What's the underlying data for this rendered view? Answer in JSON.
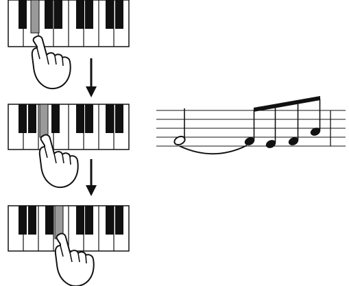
{
  "figure": {
    "steps": [
      {
        "step": 1,
        "pressed_key": "black-key-2-pressed",
        "hand": "pointing-hand"
      },
      {
        "step": 2,
        "pressed_key": "black-key-2-pressed",
        "hand": "pointing-hand"
      },
      {
        "step": 3,
        "pressed_key": "black-key-3-pressed",
        "hand": "pointing-hand"
      }
    ],
    "arrows": [
      "down-arrow",
      "down-arrow"
    ],
    "notation": {
      "notes": [
        "half-note",
        "eighth-note",
        "eighth-note",
        "eighth-note",
        "eighth-note"
      ],
      "tie": "tie-curve",
      "beam": "beam"
    },
    "colors": {
      "ink": "#111111",
      "pressed": "#9a9a9a",
      "white": "#ffffff"
    }
  }
}
